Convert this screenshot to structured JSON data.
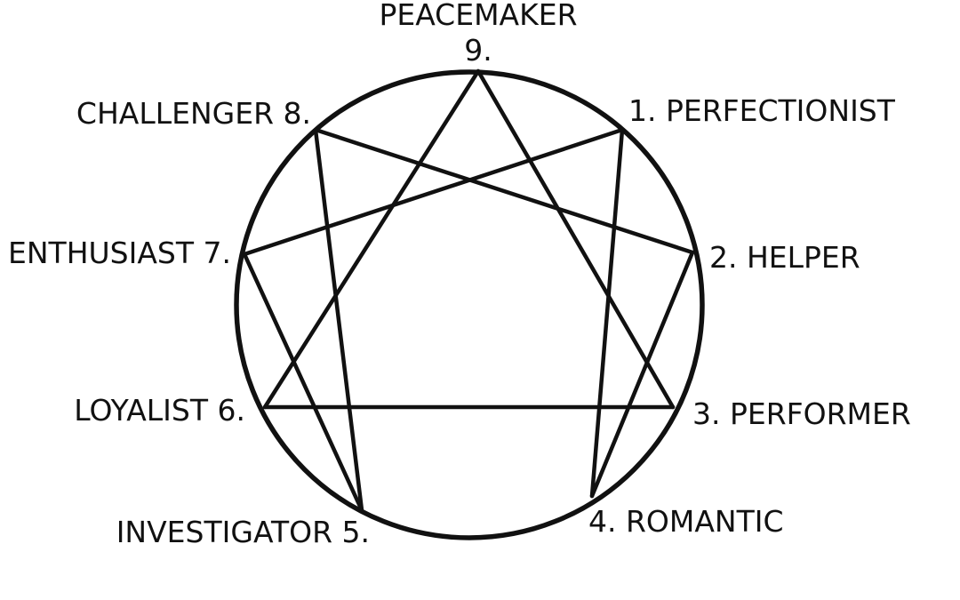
{
  "colors": {
    "ink": "#111111",
    "background": "#ffffff"
  },
  "labels": {
    "peacemaker_title": "PEACEMAKER",
    "peacemaker_number": "9.",
    "perfectionist": "1. PERFECTIONIST",
    "helper": "2. HELPER",
    "performer": "3. PERFORMER",
    "romantic": "4. ROMANTIC",
    "investigator": "INVESTIGATOR 5.",
    "loyalist": "LOYALIST 6.",
    "enthusiast": "ENTHUSIAST 7.",
    "challenger": "CHALLENGER 8."
  },
  "connections": {
    "triangle": [
      9,
      3,
      6
    ],
    "hexad": [
      1,
      4,
      2,
      8,
      5,
      7
    ]
  }
}
